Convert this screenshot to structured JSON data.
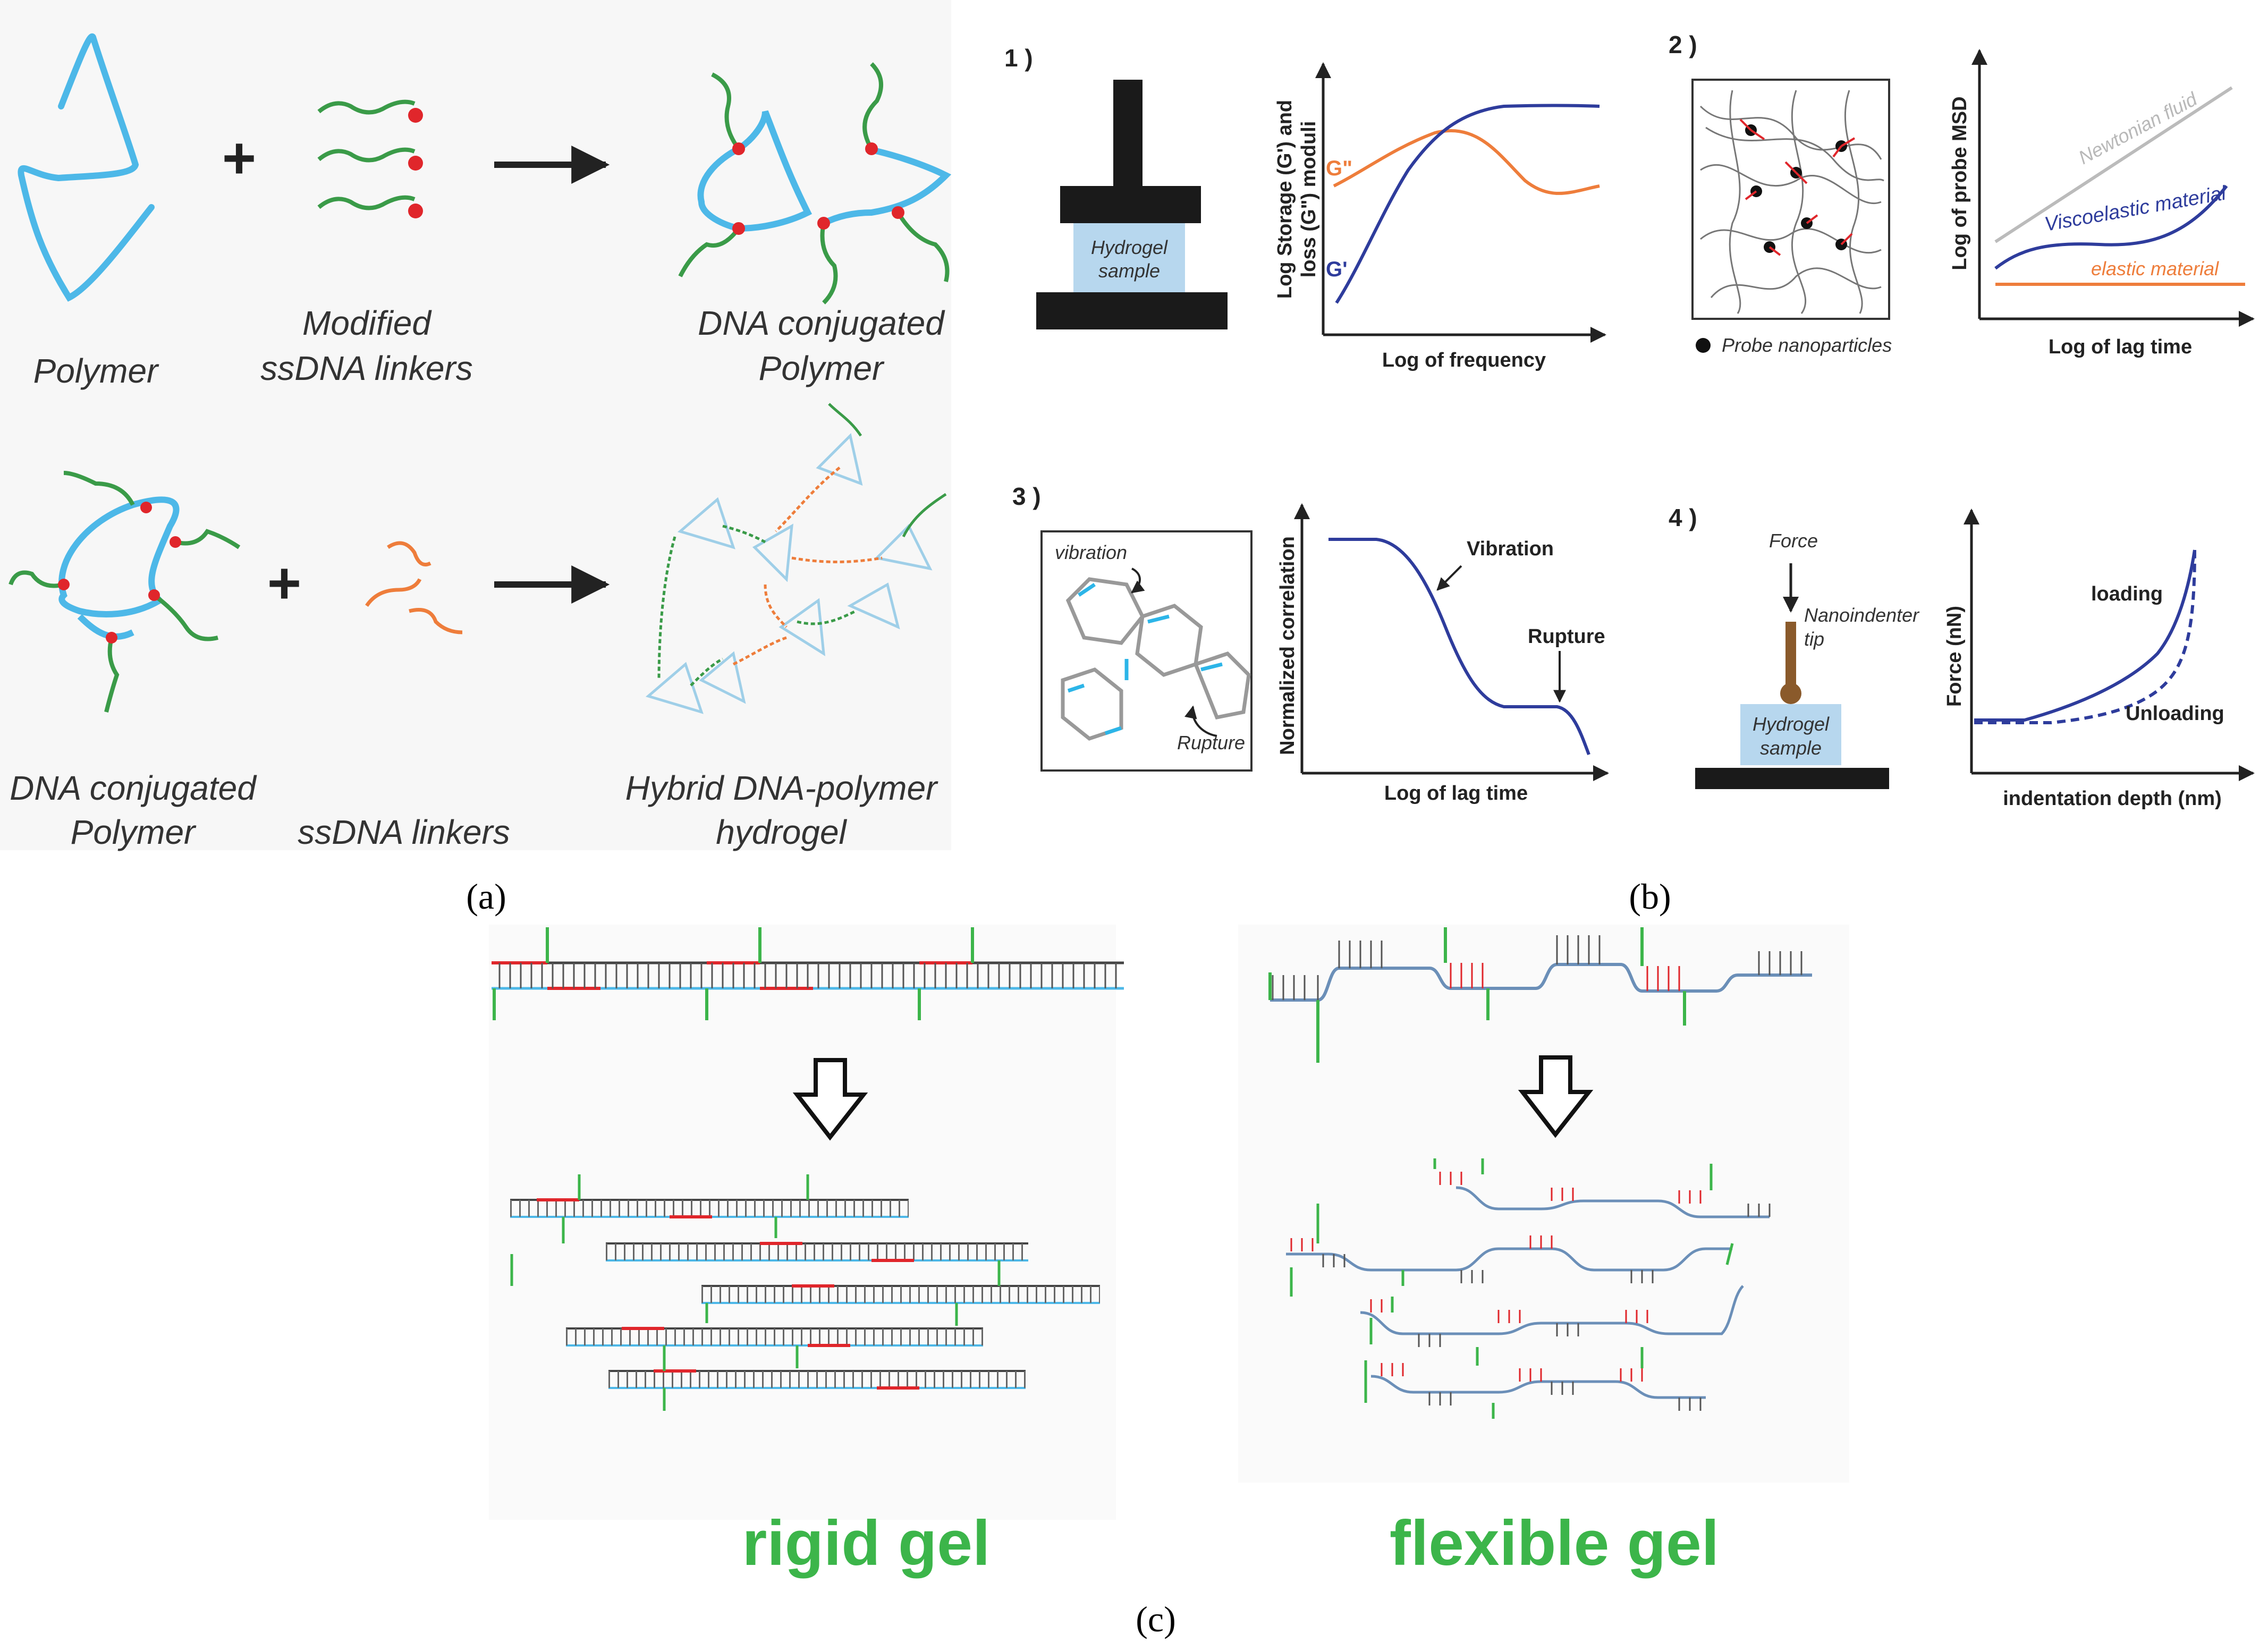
{
  "panel_a": {
    "caption": "(a)",
    "row1": {
      "polymer_label": "Polymer",
      "linkers_label_1": "Modified",
      "linkers_label_2": "ssDNA linkers",
      "product_label_1": "DNA conjugated",
      "product_label_2": "Polymer",
      "plus": "+"
    },
    "row2": {
      "conj_label_1": "DNA conjugated",
      "conj_label_2": "Polymer",
      "linkers_label": "ssDNA linkers",
      "hydrogel_label_1": "Hybrid DNA-polymer",
      "hydrogel_label_2": "hydrogel",
      "plus": "+"
    }
  },
  "panel_b": {
    "caption": "(b)",
    "p1": {
      "num": "1 )",
      "sample_1": "Hydrogel",
      "sample_2": "sample",
      "ylabel_1": "Log Storage (G') and",
      "ylabel_2": "loss (G\") moduli",
      "xlabel": "Log of frequency",
      "g2": "G\"",
      "g1": "G'"
    },
    "p2": {
      "num": "2 )",
      "probe": "Probe nanoparticles",
      "ylabel": "Log of probe MSD",
      "xlabel": "Log of lag time",
      "newtonian": "Newtonian fluid",
      "viscoelastic": "Viscoelastic material",
      "elastic": "elastic material"
    },
    "p3": {
      "num": "3 )",
      "vibration_it": "vibration",
      "rupture_it": "Rupture",
      "ylabel": "Normalized correlation",
      "xlabel": "Log of lag time",
      "vibration": "Vibration",
      "rupture": "Rupture"
    },
    "p4": {
      "num": "4 )",
      "force": "Force",
      "tip_1": "Nanoindenter",
      "tip_2": "tip",
      "sample_1": "Hydrogel",
      "sample_2": "sample",
      "ylabel": "Force (nN)",
      "xlabel": "indentation depth (nm)",
      "loading": "loading",
      "unloading": "Unloading"
    }
  },
  "panel_c": {
    "caption": "(c)",
    "rigid": "rigid gel",
    "flexible": "flexible gel",
    "gel_color": "#3cb54a"
  },
  "colors": {
    "polymer_blue": "#4db8e8",
    "linker_green": "#3a9b48",
    "linker_red": "#e0262b",
    "orange": "#ee7d3b",
    "navy": "#2e3c9c",
    "hydrogel_fill": "#b7d7ee"
  }
}
